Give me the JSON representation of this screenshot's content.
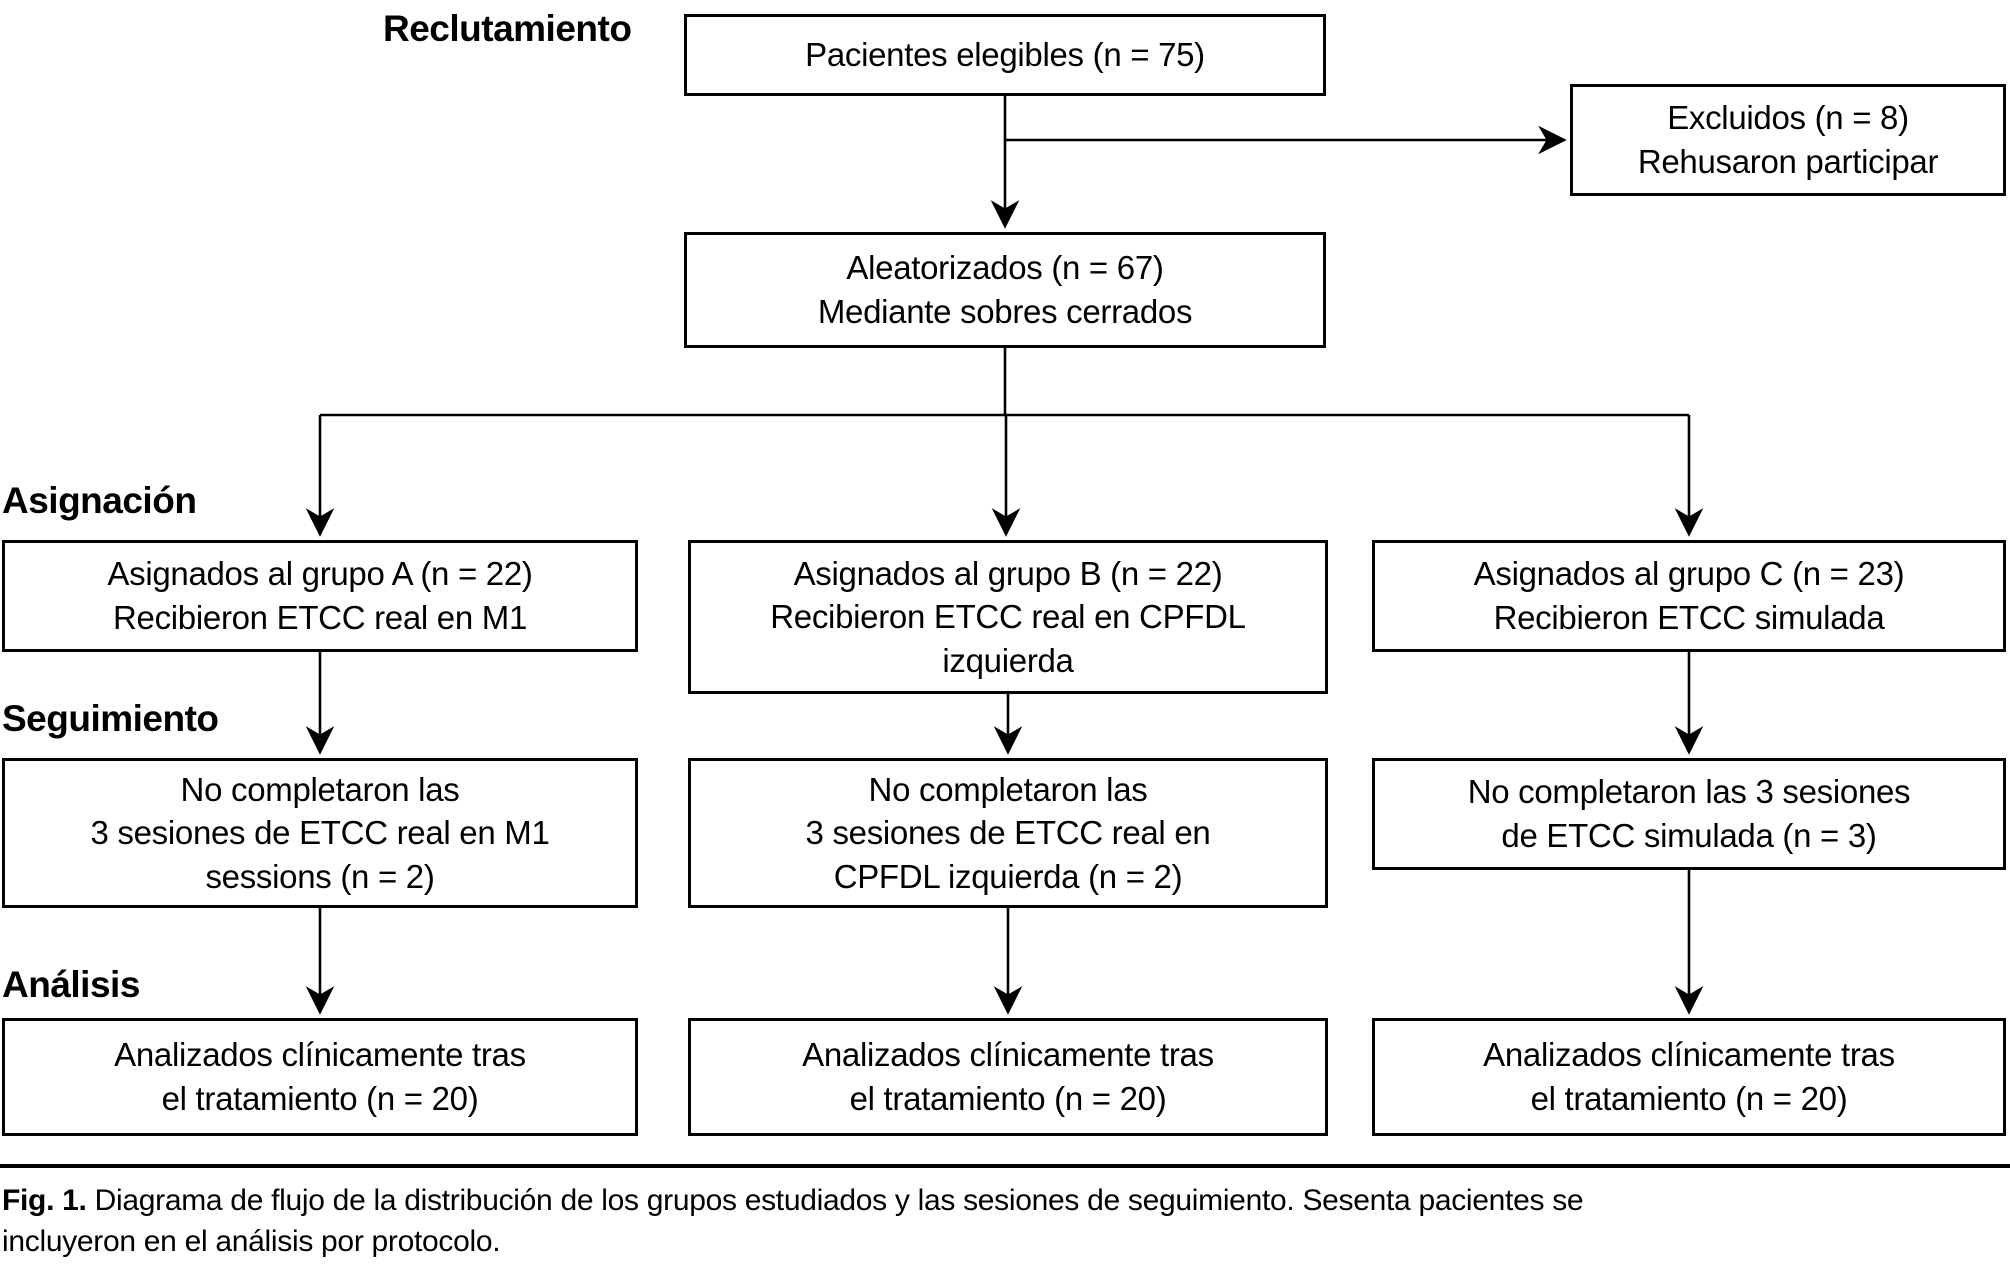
{
  "figure": {
    "stages": {
      "recruitment": "Reclutamiento",
      "assignment": "Asignación",
      "followup": "Seguimiento",
      "analysis": "Análisis"
    },
    "boxes": {
      "eligible": {
        "l1": "Pacientes elegibles (n = 75)"
      },
      "excluded": {
        "l1": "Excluidos (n = 8)",
        "l2": "Rehusaron participar"
      },
      "randomized": {
        "l1": "Aleatorizados (n = 67)",
        "l2": "Mediante sobres cerrados"
      },
      "group_a": {
        "l1": "Asignados al grupo A (n = 22)",
        "l2": "Recibieron ETCC real en M1"
      },
      "group_b": {
        "l1": "Asignados al grupo B (n = 22)",
        "l2": "Recibieron ETCC real en CPFDL",
        "l3": "izquierda"
      },
      "group_c": {
        "l1": "Asignados al grupo C (n = 23)",
        "l2": "Recibieron ETCC simulada"
      },
      "followup_a": {
        "l1": "No completaron las",
        "l2": "3 sesiones de ETCC real en M1",
        "l3": "sessions (n = 2)"
      },
      "followup_b": {
        "l1": "No completaron las",
        "l2": "3 sesiones de ETCC real en",
        "l3": "CPFDL izquierda (n = 2)"
      },
      "followup_c": {
        "l1": "No completaron las 3 sesiones",
        "l2": "de ETCC simulada (n = 3)"
      },
      "analysis_a": {
        "l1": "Analizados clínicamente tras",
        "l2": "el tratamiento (n = 20)"
      },
      "analysis_b": {
        "l1": "Analizados clínicamente tras",
        "l2": "el tratamiento (n = 20)"
      },
      "analysis_c": {
        "l1": "Analizados clínicamente tras",
        "l2": "el tratamiento (n = 20)"
      }
    },
    "caption": {
      "label": "Fig. 1.",
      "line1": "Diagrama de flujo de la distribución de los grupos estudiados y las sesiones de seguimiento. Sesenta pacientes se",
      "line2": "incluyeron en el análisis por protocolo."
    },
    "colors": {
      "ink": "#000000",
      "background": "#ffffff"
    }
  }
}
